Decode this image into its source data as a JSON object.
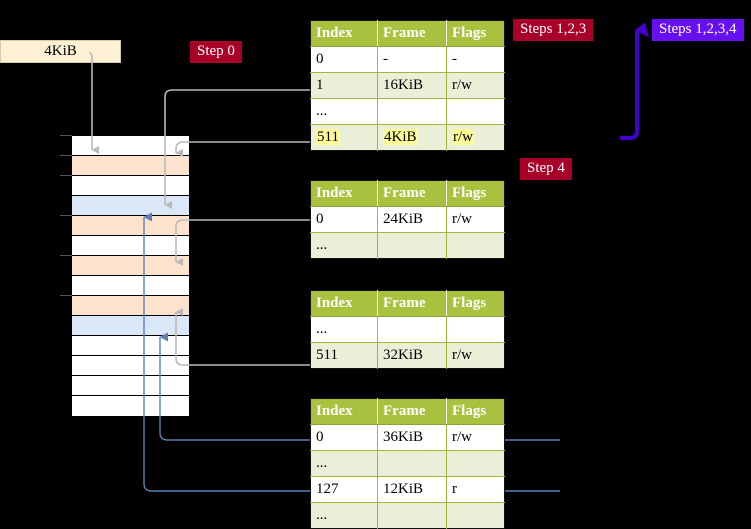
{
  "diagram": {
    "title_badges": {
      "step0": "Step 0",
      "steps123": "Steps 1,2,3",
      "steps1234": "Steps 1,2,3,4",
      "step4": "Step 4"
    },
    "colors": {
      "badge_red": "#a80028",
      "badge_blue": "#6610f2",
      "table_header": "#a8c23f",
      "row_even": "#eaefd7",
      "highlight": "#fdfa9a",
      "memory_peach": "#fde3cd",
      "memory_blue": "#d9e7f7",
      "size_box": "#fdf0d5",
      "gray_arrow": "#b3b3b3",
      "blue_arrow": "#5b7fb5"
    },
    "size_label": "4KiB"
  },
  "memory": {
    "rows": [
      {
        "fill": "white"
      },
      {
        "fill": "peach"
      },
      {
        "fill": "white"
      },
      {
        "fill": "blue"
      },
      {
        "fill": "peach"
      },
      {
        "fill": "white"
      },
      {
        "fill": "peach"
      },
      {
        "fill": "white"
      },
      {
        "fill": "peach"
      },
      {
        "fill": "blue"
      },
      {
        "fill": "white"
      },
      {
        "fill": "white"
      },
      {
        "fill": "white"
      },
      {
        "fill": "white"
      }
    ]
  },
  "tables": [
    {
      "name": "pml4-table",
      "columns": [
        "Index",
        "Frame",
        "Flags"
      ],
      "rows": [
        {
          "index": "0",
          "frame": "-",
          "flags": "-",
          "highlight": false
        },
        {
          "index": "1",
          "frame": "16KiB",
          "flags": "r/w",
          "highlight": false
        },
        {
          "index": "...",
          "frame": "",
          "flags": "",
          "highlight": false
        },
        {
          "index": "511",
          "frame": "4KiB",
          "flags": "r/w",
          "highlight": true
        }
      ]
    },
    {
      "name": "pdpt-table",
      "columns": [
        "Index",
        "Frame",
        "Flags"
      ],
      "rows": [
        {
          "index": "0",
          "frame": "24KiB",
          "flags": "r/w",
          "highlight": false
        },
        {
          "index": "...",
          "frame": "",
          "flags": "",
          "highlight": false
        }
      ]
    },
    {
      "name": "pd-table",
      "columns": [
        "Index",
        "Frame",
        "Flags"
      ],
      "rows": [
        {
          "index": "...",
          "frame": "",
          "flags": "",
          "highlight": false
        },
        {
          "index": "511",
          "frame": "32KiB",
          "flags": "r/w",
          "highlight": false
        }
      ]
    },
    {
      "name": "pt-table",
      "columns": [
        "Index",
        "Frame",
        "Flags"
      ],
      "rows": [
        {
          "index": "0",
          "frame": "36KiB",
          "flags": "r/w",
          "highlight": false
        },
        {
          "index": "...",
          "frame": "",
          "flags": "",
          "highlight": false
        },
        {
          "index": "127",
          "frame": "12KiB",
          "flags": "r",
          "highlight": false
        },
        {
          "index": "...",
          "frame": "",
          "flags": "",
          "highlight": false
        }
      ]
    }
  ]
}
